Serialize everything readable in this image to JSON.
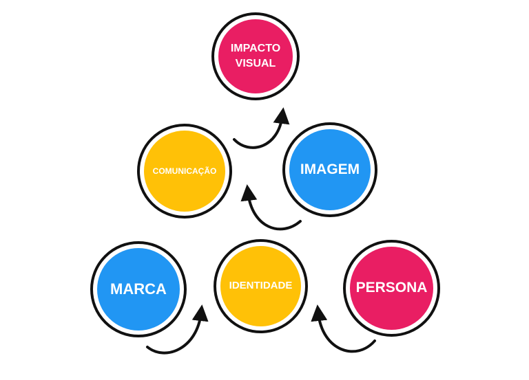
{
  "colors": {
    "pink": "#E91E63",
    "yellow": "#FFC107",
    "blue": "#2196F3",
    "outline": "#111111",
    "text": "#FFFFFF"
  },
  "nodes": {
    "impacto_visual": {
      "label": "IMPACTO VISUAL",
      "color": "pink"
    },
    "comunicacao": {
      "label": "COMUNICAÇÃO",
      "color": "yellow"
    },
    "imagem": {
      "label": "IMAGEM",
      "color": "blue"
    },
    "marca": {
      "label": "MARCA",
      "color": "blue"
    },
    "identidade": {
      "label": "IDENTIDADE",
      "color": "yellow"
    },
    "persona": {
      "label": "PERSONA",
      "color": "pink"
    }
  },
  "arrows": [
    {
      "from": "comunicacao",
      "to": "impacto_visual",
      "icon": "curved-arrow-icon"
    },
    {
      "from": "imagem",
      "to": "comunicacao",
      "icon": "curved-arrow-icon"
    },
    {
      "from": "marca",
      "to": "identidade",
      "icon": "curved-arrow-icon"
    },
    {
      "from": "persona",
      "to": "identidade",
      "icon": "curved-arrow-icon"
    }
  ]
}
